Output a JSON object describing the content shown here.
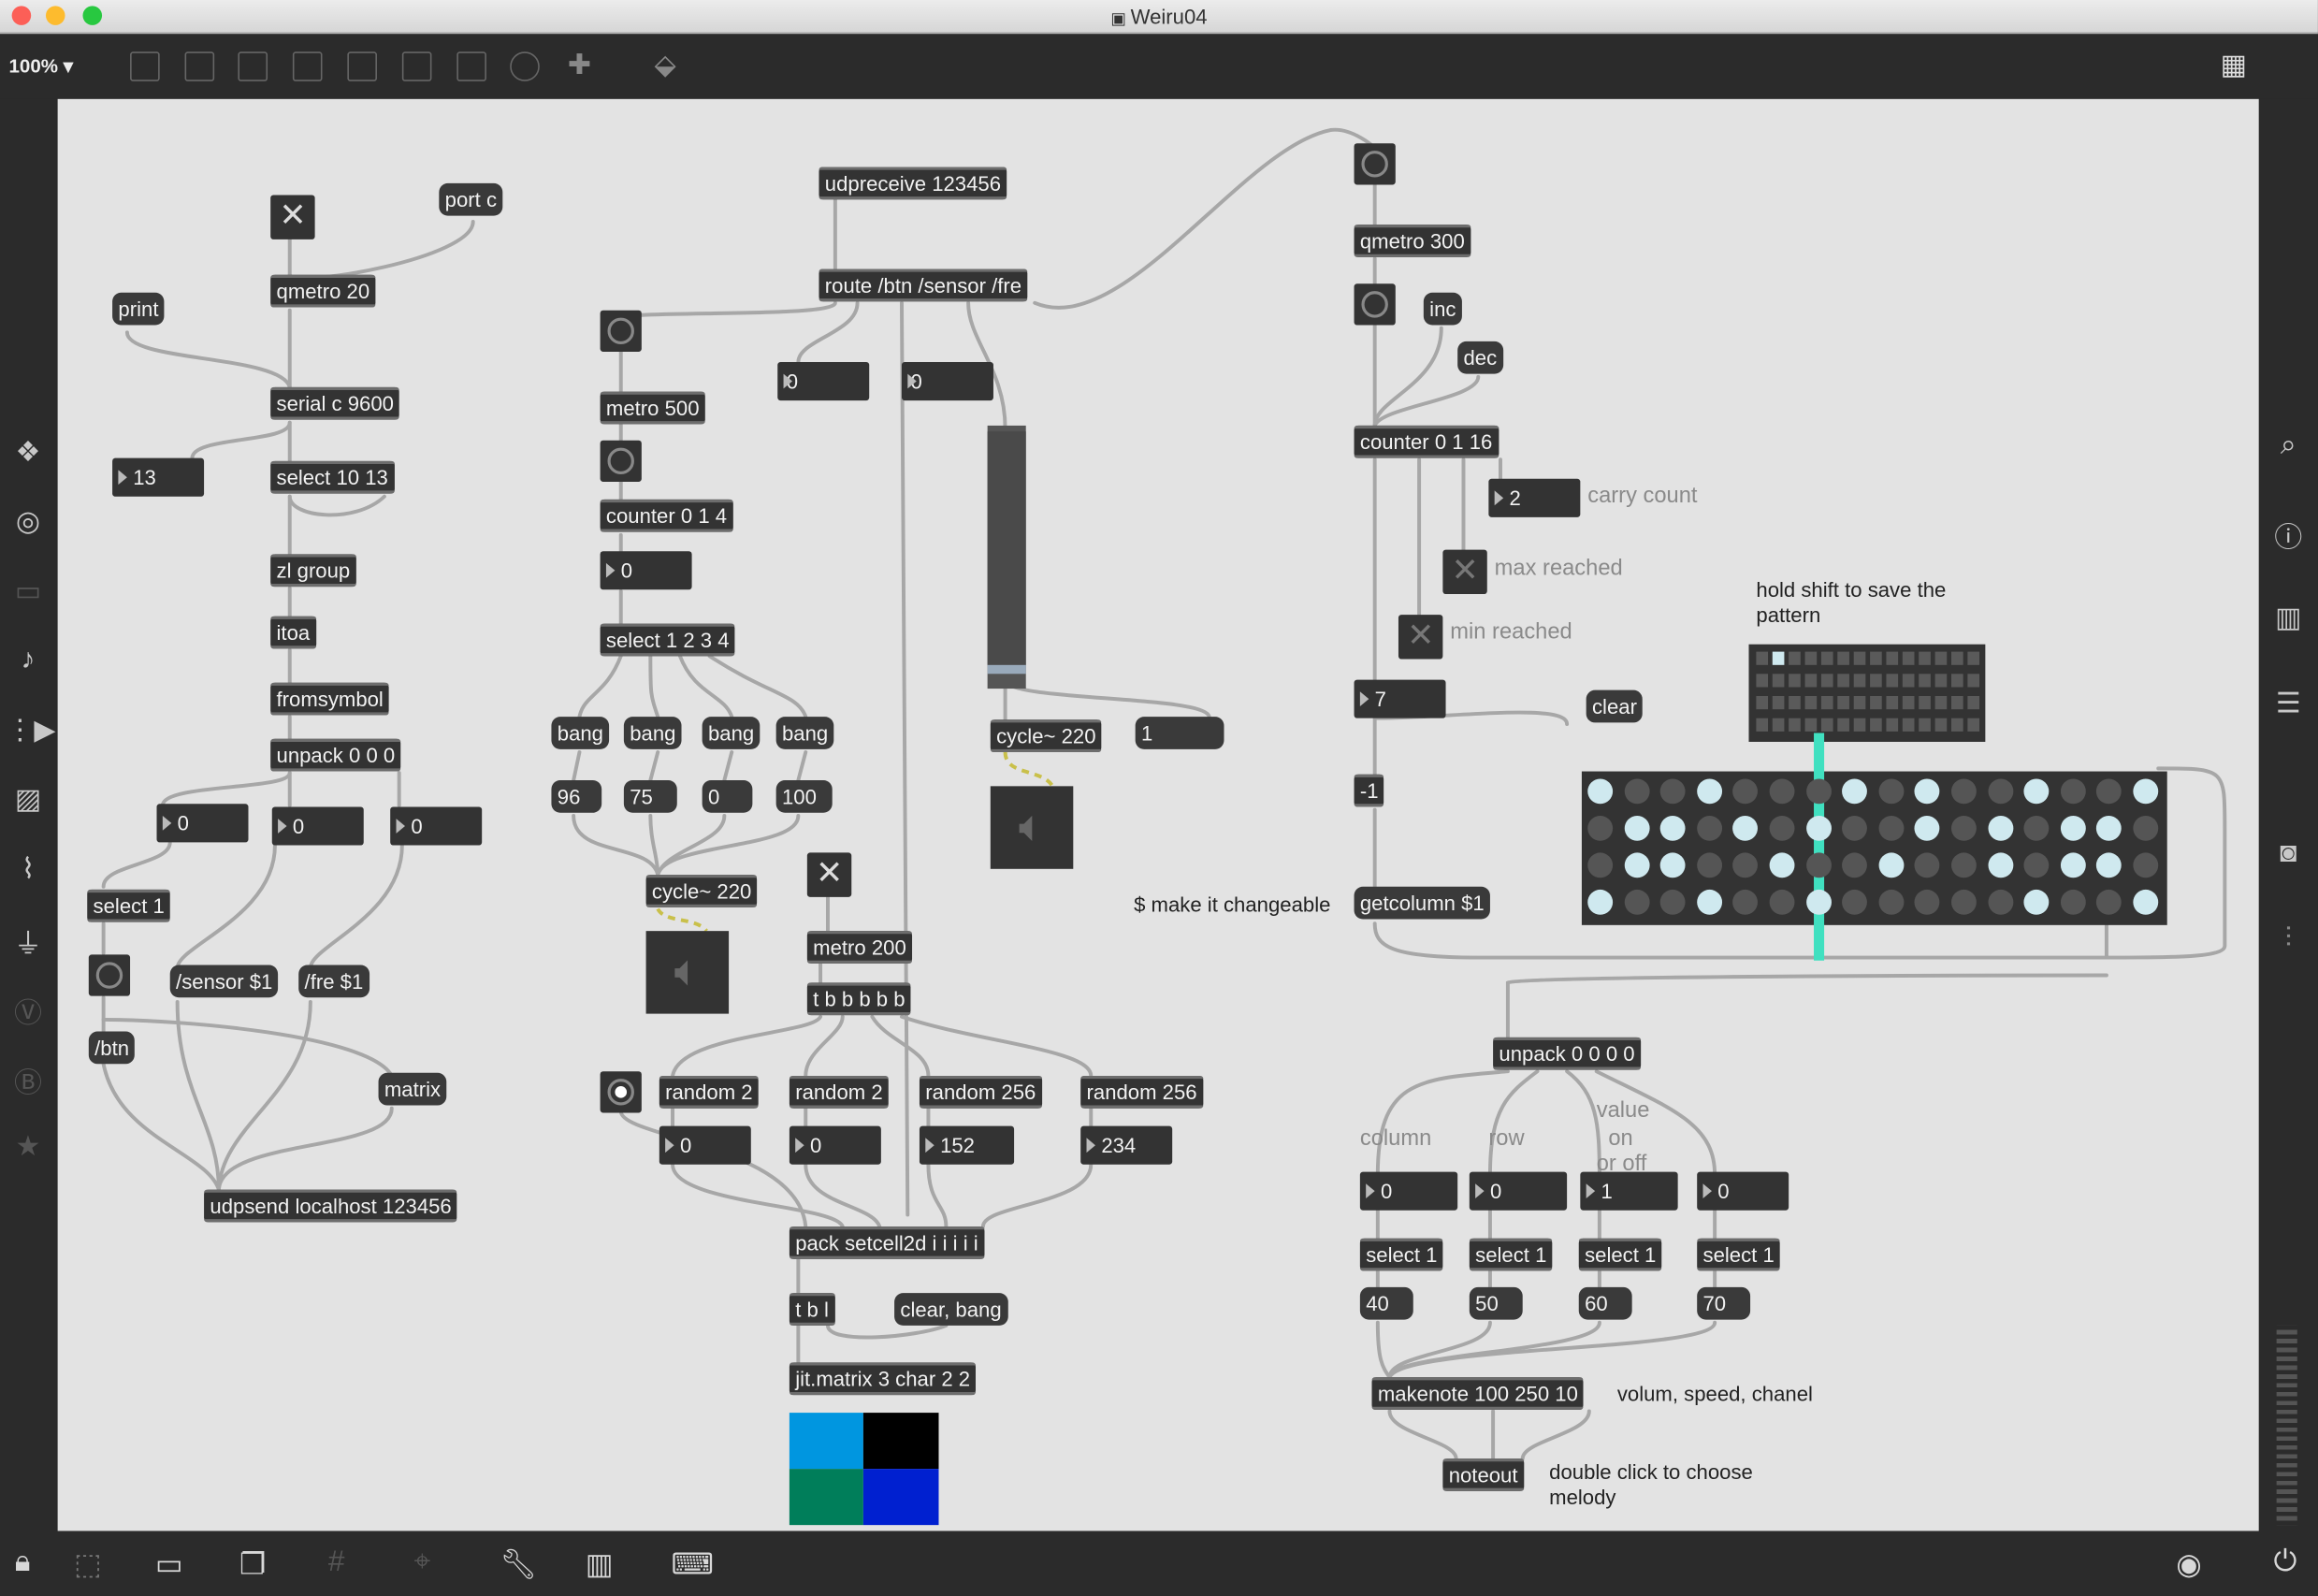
{
  "window": {
    "title": "Weiru04",
    "zoom": "100%"
  },
  "colors": {
    "cell_on": "#cfe9ef",
    "cell_off": "#555555",
    "playhead": "#40e0c0",
    "jit_cells": [
      "#0096e0",
      "#000000",
      "#007e5a",
      "#0020d0"
    ]
  },
  "objects": {
    "port_c": "port c",
    "print": "print",
    "qmetro_20": "qmetro 20",
    "serial": "serial c 9600",
    "select_10_13": "select 10 13",
    "zl_group": "zl group",
    "itoa": "itoa",
    "fromsymbol": "fromsymbol",
    "unpack_000": "unpack 0 0 0",
    "select_1_left": "select 1",
    "sensor": "/sensor $1",
    "fre": "/fre $1",
    "btn": "/btn",
    "matrix": "matrix",
    "udpsend": "udpsend localhost 123456",
    "metro_500": "metro 500",
    "counter_014": "counter 0 1 4",
    "select_1234": "select 1 2 3 4",
    "bang1": "bang",
    "bang2": "bang",
    "bang3": "bang",
    "bang4": "bang",
    "m96": "96",
    "m75": "75",
    "m0": "0",
    "m100": "100",
    "cycle_220_a": "cycle~ 220",
    "udpreceive": "udpreceive 123456",
    "route": "route /btn /sensor /fre",
    "cycle_220_b": "cycle~ 220",
    "msg_1": "1",
    "metro_200": "metro 200",
    "tbbbbb": "t b b b b b",
    "random2a": "random 2",
    "random2b": "random 2",
    "random256a": "random 256",
    "random256b": "random 256",
    "pack": "pack setcell2d i i i i i",
    "tbl": "t b l",
    "clear_bang": "clear, bang",
    "jit_matrix": "jit.matrix 3 char 2 2",
    "qmetro_300": "qmetro 300",
    "inc": "inc",
    "dec": "dec",
    "counter_0116": "counter 0 1 16",
    "minus1": "-1",
    "clear": "clear",
    "getcolumn": "getcolumn $1",
    "unpack_0000": "unpack 0 0 0 0",
    "sel_a": "select 1",
    "sel_b": "select 1",
    "sel_c": "select 1",
    "sel_d": "select 1",
    "m40": "40",
    "m50": "50",
    "m60": "60",
    "m70": "70",
    "makenote": "makenote 100 250 10",
    "noteout": "noteout"
  },
  "numbers": {
    "n13": "13",
    "nl0": "0",
    "nl1": "0",
    "nl2": "0",
    "route_num1": "0",
    "route_num2": "0",
    "counter4_out": "0",
    "carry": "2",
    "col_val": "7",
    "rnd1": "0",
    "rnd2": "0",
    "rnd3": "152",
    "rnd4": "234",
    "u0": "0",
    "u1": "0",
    "u2": "1",
    "u3": "0"
  },
  "comments": {
    "carry_count": "carry count",
    "max_reached": "max reached",
    "min_reached": "min reached",
    "hold_shift": "hold shift to save the",
    "hold_shift2": "pattern",
    "changeable": "$ make it changeable",
    "column": "column",
    "row": "row",
    "value1": "value",
    "value2": "on",
    "value3": "or off",
    "volum": "volum, speed, chanel",
    "dbl1": "double click to choose",
    "dbl2": "melody"
  },
  "sequencer": {
    "rows": [
      [
        1,
        0,
        0,
        1,
        0,
        0,
        0,
        1,
        0,
        1,
        0,
        0,
        1,
        0,
        0,
        1
      ],
      [
        0,
        1,
        1,
        0,
        1,
        0,
        1,
        0,
        0,
        1,
        0,
        1,
        0,
        1,
        1,
        0
      ],
      [
        0,
        1,
        1,
        0,
        0,
        1,
        0,
        0,
        1,
        0,
        0,
        1,
        0,
        1,
        1,
        0
      ],
      [
        1,
        0,
        0,
        1,
        0,
        0,
        1,
        0,
        0,
        0,
        0,
        0,
        1,
        0,
        0,
        1
      ]
    ],
    "playhead_column": 6
  }
}
